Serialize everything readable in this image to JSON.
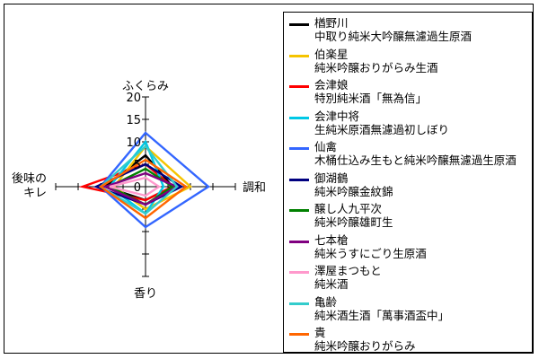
{
  "chart_data": {
    "type": "radar",
    "axes": [
      {
        "name": "ふくらみ",
        "label_lines": [
          "ふくらみ"
        ]
      },
      {
        "name": "調和",
        "label_lines": [
          "調和"
        ]
      },
      {
        "name": "香り",
        "label_lines": [
          "香り"
        ]
      },
      {
        "name": "後味のキレ",
        "label_lines": [
          "後味の",
          "キレ"
        ]
      }
    ],
    "r_ticks": [
      "20",
      "15",
      "10",
      "5",
      "0"
    ],
    "r_range": [
      0,
      20
    ],
    "legend_position": "right",
    "series": [
      {
        "name": "楢野川",
        "sub": "中取り純米大吟醸無濾過生原酒",
        "color": "#000000",
        "values": [
          7,
          6,
          3,
          9
        ]
      },
      {
        "name": "伯楽星",
        "sub": "純米吟醸おりがらみ生酒",
        "color": "#f5c400",
        "values": [
          9,
          10,
          5,
          7
        ]
      },
      {
        "name": "会津娘",
        "sub": "特別純米酒「無為信」",
        "color": "#ff0000",
        "values": [
          5,
          6,
          3,
          14
        ]
      },
      {
        "name": "会津中将",
        "sub": "生純米原酒無濾過初しぼり",
        "color": "#00c8e6",
        "values": [
          10,
          4,
          6,
          8
        ]
      },
      {
        "name": "仙禽",
        "sub": "木桶仕込み生もと純米吟醸無濾過生原酒",
        "color": "#3366ff",
        "values": [
          12,
          14,
          9,
          10
        ]
      },
      {
        "name": "御湖鶴",
        "sub": "純米吟醸金紋錦",
        "color": "#000080",
        "values": [
          5,
          8,
          4,
          11
        ]
      },
      {
        "name": "醸し人九平次",
        "sub": "純米吟醸雄町生",
        "color": "#008000",
        "values": [
          4,
          6,
          4,
          8
        ]
      },
      {
        "name": "七本槍",
        "sub": "純米うすにごり生原酒",
        "color": "#800080",
        "values": [
          3,
          7,
          4,
          9
        ]
      },
      {
        "name": "澤屋まつもと",
        "sub": "純米酒",
        "color": "#ff99cc",
        "values": [
          2,
          3,
          2,
          8
        ]
      },
      {
        "name": "亀齢",
        "sub": "純米酒生酒「萬事酒盃中」",
        "color": "#33cccc",
        "values": [
          9,
          7,
          6,
          10
        ]
      },
      {
        "name": "貴",
        "sub": "純米吟醸おりがらみ",
        "color": "#ff6600",
        "values": [
          6,
          9,
          7,
          10
        ]
      }
    ]
  }
}
